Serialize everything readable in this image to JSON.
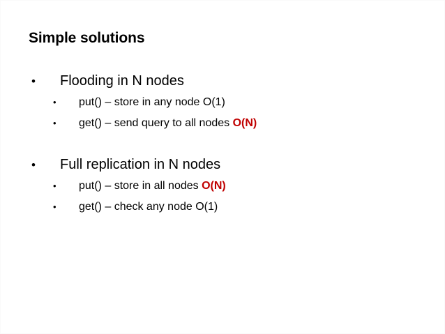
{
  "slide": {
    "title": "Simple solutions",
    "background_color": "#FFFFFF",
    "text_color": "#000000",
    "accent_color": "#C00000",
    "bullet_glyph": "•",
    "groups": [
      {
        "heading": "Flooding in N nodes",
        "sub_items": [
          {
            "text": "put() – store in any node O(1)",
            "plain": "put() – store in any node O(1)",
            "emphasis": "",
            "emphasized": false
          },
          {
            "text": "get() – send query to all nodes O(N)",
            "plain": "get() – send query to all nodes ",
            "emphasis": "O(N)",
            "emphasized": true
          }
        ]
      },
      {
        "heading": "Full replication in N nodes",
        "sub_items": [
          {
            "text": "put() – store in all nodes O(N)",
            "plain": "put() – store in all nodes ",
            "emphasis": "O(N)",
            "emphasized": true
          },
          {
            "text": "get() – check any node O(1)",
            "plain": "get() – check any node O(1)",
            "emphasis": "",
            "emphasized": false
          }
        ]
      }
    ]
  }
}
